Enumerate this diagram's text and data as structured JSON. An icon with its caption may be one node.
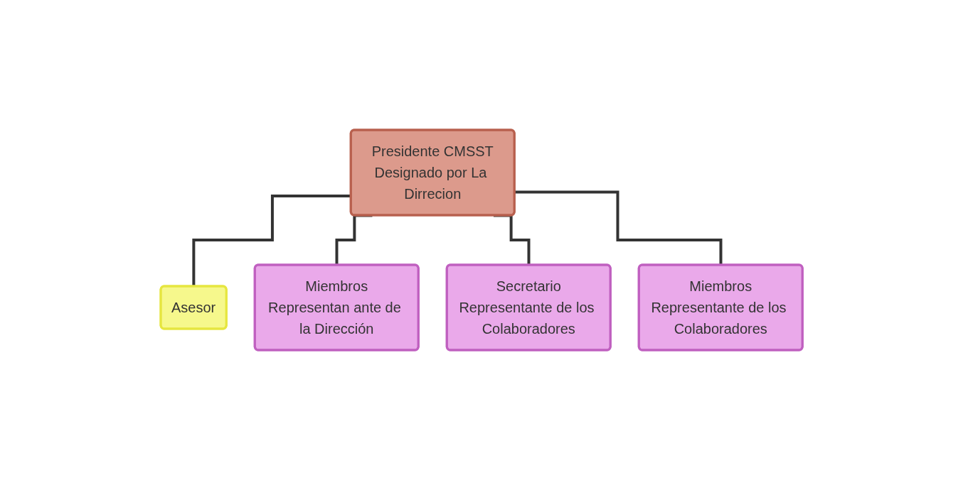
{
  "diagram": {
    "nodes": [
      {
        "text": [
          "Presidente CMSST",
          "Designado por La Dirrecion"
        ]
      },
      {
        "text": [
          "Asesor"
        ]
      },
      {
        "text": [
          "Miembros",
          "Representan ante de la Dirección"
        ]
      },
      {
        "text": [
          "Secretario",
          "Representante de los Colaboradores"
        ]
      },
      {
        "text": [
          "Miembros",
          "Representante de los Colaboradores"
        ]
      }
    ],
    "edges": [
      {
        "from": 0,
        "to": 1,
        "arrow": "none"
      },
      {
        "from": 0,
        "to": 2,
        "arrow": "none"
      },
      {
        "from": 0,
        "to": 3,
        "arrow": "none"
      },
      {
        "from": 0,
        "to": 4,
        "arrow": "none"
      }
    ]
  }
}
